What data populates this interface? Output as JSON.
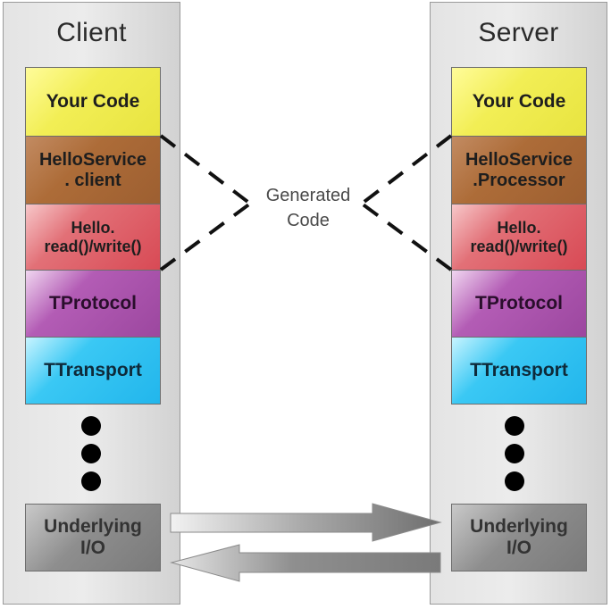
{
  "diagram": {
    "client": {
      "title": "Client",
      "layers": [
        {
          "label": "Your Code",
          "kind": "user-code"
        },
        {
          "label": "HelloService\n. client",
          "kind": "generated-service"
        },
        {
          "label": "Hello.\nread()/write()",
          "kind": "generated-struct"
        },
        {
          "label": "TProtocol",
          "kind": "protocol"
        },
        {
          "label": "TTransport",
          "kind": "transport"
        }
      ],
      "ellipsis": [
        "dot-icon",
        "dot-icon",
        "dot-icon"
      ],
      "io": {
        "label": "Underlying\nI/O"
      }
    },
    "server": {
      "title": "Server",
      "layers": [
        {
          "label": "Your Code",
          "kind": "user-code"
        },
        {
          "label": "HelloService\n.Processor",
          "kind": "generated-service"
        },
        {
          "label": "Hello.\nread()/write()",
          "kind": "generated-struct"
        },
        {
          "label": "TProtocol",
          "kind": "protocol"
        },
        {
          "label": "TTransport",
          "kind": "transport"
        }
      ],
      "ellipsis": [
        "dot-icon",
        "dot-icon",
        "dot-icon"
      ],
      "io": {
        "label": "Underlying\nI/O"
      }
    },
    "annotation": {
      "label": "Generated\nCode",
      "connector_style": "dashed",
      "targets": [
        "client-service-layer",
        "client-struct-layer",
        "server-service-layer",
        "server-struct-layer"
      ]
    },
    "arrows": [
      {
        "from": "client-io",
        "to": "server-io",
        "direction": "right"
      },
      {
        "from": "server-io",
        "to": "client-io",
        "direction": "left"
      }
    ],
    "colors": {
      "user_code": "#f2ee55",
      "generated_service": "#ad6c38",
      "generated_struct": "#de5a63",
      "protocol": "#a64fa9",
      "transport": "#2bbcef",
      "io": "#8a8a8a",
      "column": "#dcdcdc"
    }
  }
}
